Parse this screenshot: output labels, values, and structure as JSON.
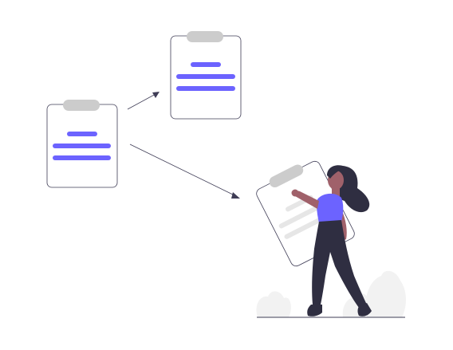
{
  "colors": {
    "accent": "#6c63ff",
    "clip": "#cccccc",
    "outline": "#3f3d56",
    "card_fill": "#ffffff",
    "skin": "#a0616a",
    "hair": "#2f2e41",
    "pants": "#2f2e41",
    "plant": "#f2f2f2",
    "ground": "#3f3d56",
    "held_lines": "#e6e6e6"
  },
  "illustration": {
    "objects": [
      "clipboard-left",
      "clipboard-top-right",
      "arrow-to-top-right",
      "arrow-to-person",
      "person-holding-clipboard",
      "plants",
      "ground-line"
    ]
  }
}
